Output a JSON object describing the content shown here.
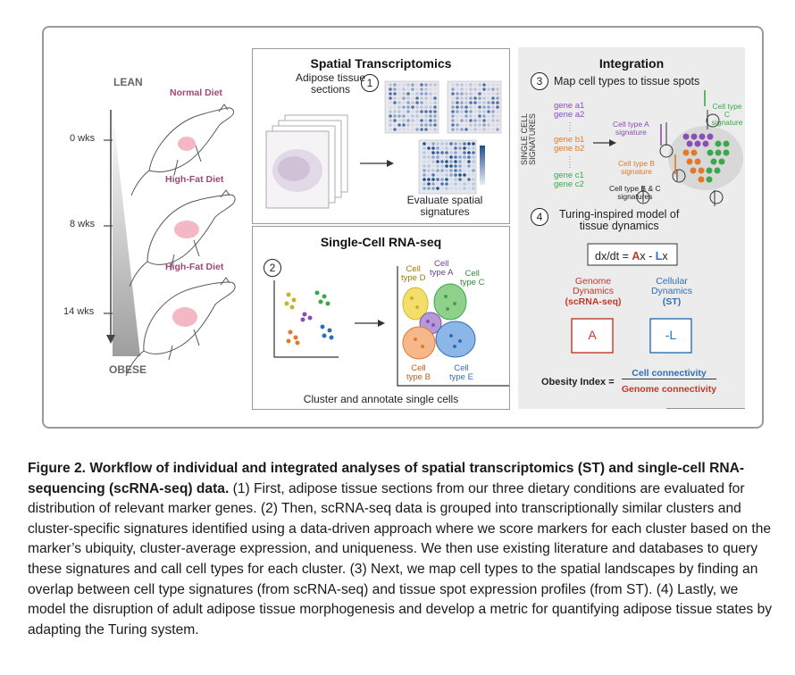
{
  "timeline": {
    "top_label": "LEAN",
    "bottom_label": "OBESE",
    "diets": [
      "Normal Diet",
      "High-Fat Diet",
      "High-Fat Diet"
    ],
    "weeks": [
      "0 wks",
      "8 wks",
      "14 wks"
    ]
  },
  "spatial": {
    "title": "Spatial Transcriptomics",
    "step": "1",
    "sections_label": "Adipose tissue\nsections",
    "evaluate_label": "Evaluate spatial\nsignatures"
  },
  "singlecell": {
    "title": "Single-Cell RNA-seq",
    "step": "2",
    "cell_types": [
      "Cell\ntype D",
      "Cell\ntype A",
      "Cell\ntype C",
      "Cell\ntype B",
      "Cell\ntype E"
    ],
    "bottom_label": "Cluster and annotate single cells"
  },
  "integration": {
    "title": "Integration",
    "step3": "3",
    "step3_label": "Map cell types to tissue spots",
    "vertical_label": "SINGLE CELL\nSIGNATURES",
    "genes": [
      "gene a1",
      "gene a2",
      "gene b1",
      "gene b2",
      "gene c1",
      "gene c2"
    ],
    "sig_a": "Cell type A\nsignature",
    "sig_b": "Cell type B\nsignature",
    "sig_c": "Cell type C\nsignature",
    "sig_bc": "Cell type B & C\nsignatures",
    "step4": "4",
    "step4_label": "Turing-inspired model of\ntissue dynamics",
    "equation_prefix": "dx/dt = ",
    "eq_A": "A",
    "eq_mid": "x - ",
    "eq_L": "L",
    "eq_suffix": "x",
    "genome_label": "Genome\nDynamics",
    "genome_sub": "(scRNA-seq)",
    "cellular_label": "Cellular\nDynamics",
    "cellular_sub": "(ST)",
    "box_A": "A",
    "box_L": "-L",
    "obesity_label": "Obesity Index =",
    "obesity_num": "Cell connectivity",
    "obesity_den": "Genome connectivity"
  },
  "caption": {
    "bold": "Figure 2. Workflow of individual and integrated analyses of spatial transcriptomics (ST) and single-cell RNA-sequencing (scRNA-seq) data.",
    "text": " (1) First, adipose tissue sections from our three dietary conditions are evaluated for distribution of relevant marker genes. (2) Then, scRNA-seq data is grouped into transcriptionally similar clusters and cluster-specific signatures identified using a data-driven approach where we score markers for each cluster based on the marker’s ubiquity, cluster-average expression, and uniqueness. We then use existing literature and databases to query these signatures and call cell types for each cluster. (3) Next, we map cell types to the spatial landscapes by finding an overlap between cell type signatures (from scRNA-seq) and tissue spot expression profiles (from ST). (4) Lastly, we model the disruption of adult adipose tissue morphogenesis and develop a metric for quantifying adipose tissue states by adapting the Turing system."
  },
  "colors": {
    "gene_a": "#8a4fb5",
    "gene_b": "#e07a2a",
    "gene_c": "#3aa84a",
    "genome_red": "#c0392b",
    "cellular_blue": "#2e6fb7",
    "diet_pink": "#a0477a"
  }
}
